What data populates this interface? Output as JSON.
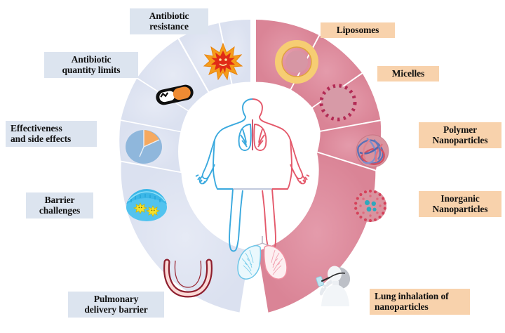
{
  "figure": {
    "type": "circular-concept-diagram",
    "center": {
      "body_figure_name": "human-body-outline",
      "lungs_icon_name": "lungs-icon",
      "body_left_color": "#35a8dd",
      "body_right_color": "#e2596a"
    },
    "left_half": {
      "name": "antibiotic-challenges",
      "ring_color": "#dfe4f1",
      "label_bg": "#dce4ef",
      "segments": [
        {
          "label": "Antibiotic\nresistance",
          "icon": "bacteria-burst-icon"
        },
        {
          "label": "Antibiotic\nquantity limits",
          "icon": "capsule-pill-icon"
        },
        {
          "label": "Effectiveness\nand side effects",
          "icon": "pie-chart-icon"
        },
        {
          "label": "Barrier\nchallenges",
          "icon": "mucus-barrier-icon"
        },
        {
          "label": "Pulmonary\ndelivery barrier",
          "icon": "airway-tube-icon"
        }
      ]
    },
    "right_half": {
      "name": "nanoparticle-solutions",
      "ring_color": "#de8d9e",
      "label_bg": "#f8d2ac",
      "segments": [
        {
          "label": "Liposomes",
          "icon": "liposome-icon"
        },
        {
          "label": "Micelles",
          "icon": "micelle-icon"
        },
        {
          "label": "Polymer\nNanoparticles",
          "icon": "polymer-nanoparticle-icon"
        },
        {
          "label": "Inorganic\nNanoparticles",
          "icon": "inorganic-nanoparticle-icon"
        },
        {
          "label": "Lung inhalation of\nnanoparticles",
          "icon": "inhaler-person-icon"
        }
      ]
    }
  }
}
